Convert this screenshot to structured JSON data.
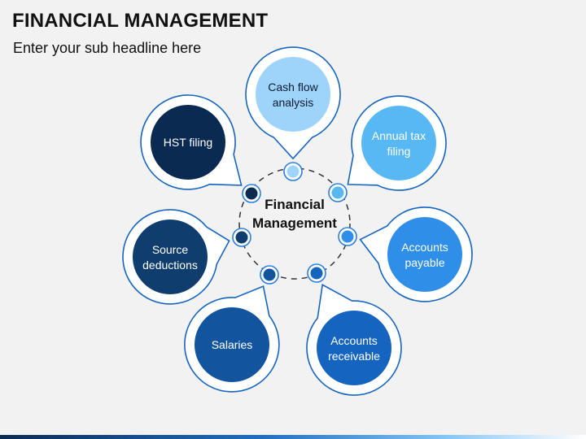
{
  "header": {
    "title": "FINANCIAL MANAGEMENT",
    "subtitle": "Enter your sub headline here"
  },
  "center": {
    "line1": "Financial",
    "line2": "Management"
  },
  "nodes": [
    {
      "line1": "Cash flow",
      "line2": "analysis",
      "fill": "#9fd4fa",
      "text_color": "#0d1b33"
    },
    {
      "line1": "Annual tax",
      "line2": "filing",
      "fill": "#58b8f3",
      "text_color": "#ffffff"
    },
    {
      "line1": "Accounts",
      "line2": "payable",
      "fill": "#2f8ee8",
      "text_color": "#ffffff"
    },
    {
      "line1": "Accounts",
      "line2": "receivable",
      "fill": "#1565c0",
      "text_color": "#ffffff"
    },
    {
      "line1": "Salaries",
      "line2": "",
      "fill": "#12549e",
      "text_color": "#ffffff"
    },
    {
      "line1": "Source",
      "line2": "deductions",
      "fill": "#0f3d6e",
      "text_color": "#ffffff"
    },
    {
      "line1": "HST filing",
      "line2": "",
      "fill": "#0a2a52",
      "text_color": "#ffffff"
    }
  ],
  "colors": {
    "outline": "#1565c0",
    "dashed_ring": "#333333",
    "connector_ring": "#2a7de1"
  }
}
